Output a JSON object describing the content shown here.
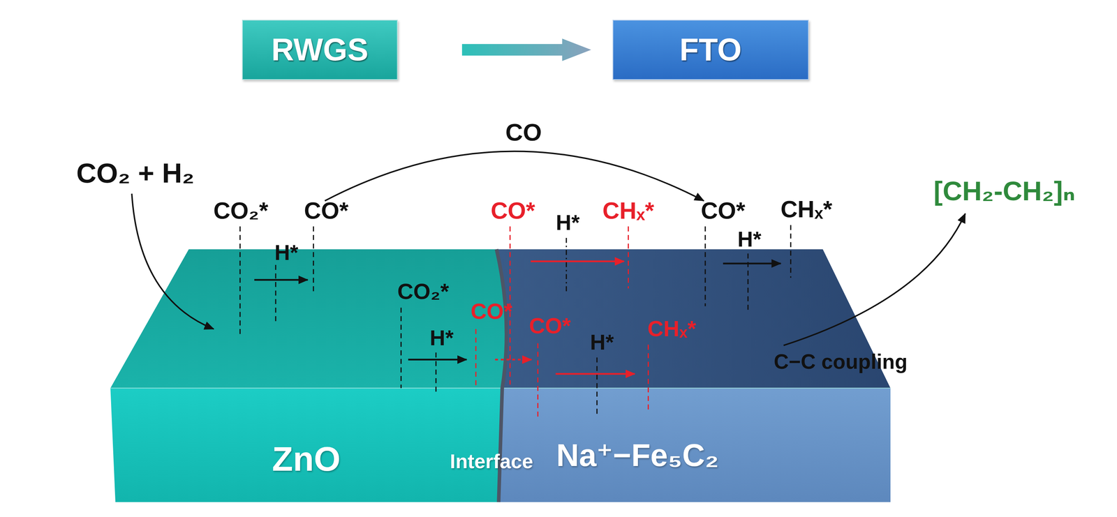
{
  "diagram": {
    "nodes": [
      {
        "text": [
          "RWGS"
        ]
      },
      {
        "text": [
          "FTO"
        ]
      }
    ],
    "edges": [
      {
        "from": 0,
        "to": 1,
        "arrow": "to"
      }
    ],
    "labels": [
      "CO",
      "CO₂ + H₂",
      "[CH₂-CH₂]ₙ",
      "CO₂*",
      "CO*",
      "CO*",
      "H*",
      "CHₓ*",
      "CO*",
      "CHₓ*",
      "H*",
      "H*",
      "CO₂*",
      "CO*",
      "CO*",
      "CHₓ*",
      "H*",
      "H*",
      "C−C coupling",
      "ZnO",
      "Interface",
      "Na⁺−Fe₅C₂"
    ]
  }
}
